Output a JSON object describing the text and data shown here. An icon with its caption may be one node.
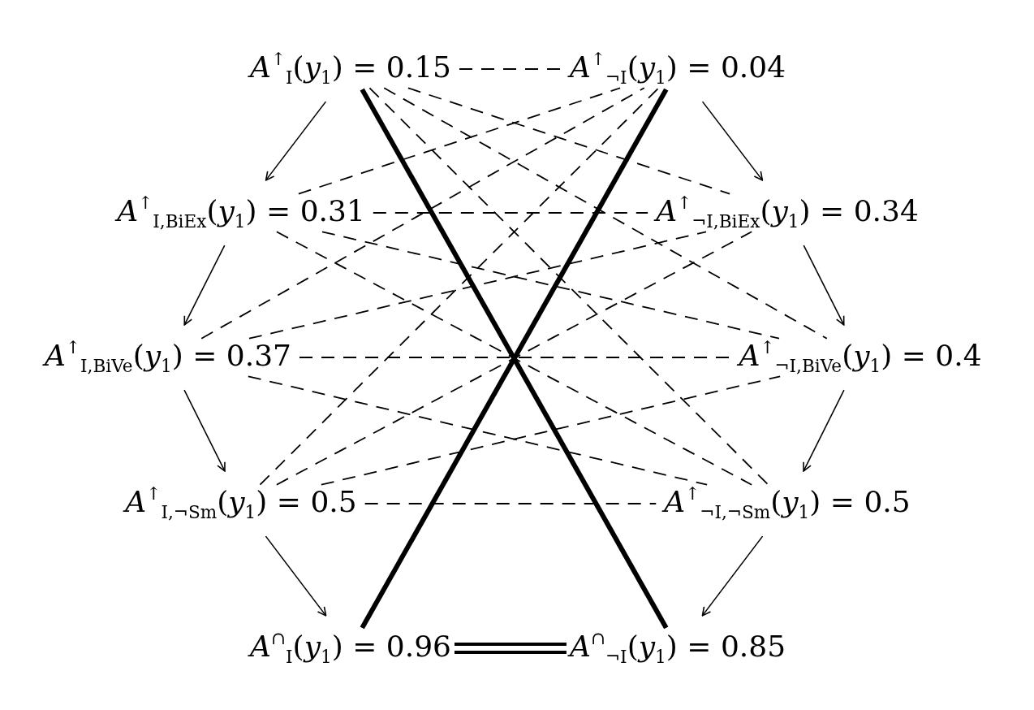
{
  "diagram": {
    "nodes": [
      {
        "text": [
          "*A*$^{↑}$$_{I}$(*y*$_{1}$) = 0.15"
        ]
      },
      {
        "text": [
          "*A*$^{↑}$$_{¬I}$(*y*$_{1}$) = 0.04"
        ]
      },
      {
        "text": [
          "*A*$^{↑}$$_{I,BiEx}$(*y*$_{1}$) = 0.31"
        ]
      },
      {
        "text": [
          "*A*$^{↑}$$_{¬I,BiEx}$(*y*$_{1}$) = 0.34"
        ]
      },
      {
        "text": [
          "*A*$^{↑}$$_{I,BiVe}$(*y*$_{1}$) = 0.37"
        ]
      },
      {
        "text": [
          "*A*$^{↑}$$_{¬I,BiVe}$(*y*$_{1}$) = 0.4"
        ]
      },
      {
        "text": [
          "*A*$^{↑}$$_{I,¬Sm}$(*y*$_{1}$) = 0.5"
        ]
      },
      {
        "text": [
          "*A*$^{↑}$$_{¬I,¬Sm}$(*y*$_{1}$) = 0.5"
        ]
      },
      {
        "text": [
          "*A*$^{∩}$$_{I}$(*y*$_{1}$) = 0.96"
        ]
      },
      {
        "text": [
          "*A*$^{∩}$$_{¬I}$(*y*$_{1}$) = 0.85"
        ]
      }
    ],
    "edges": [
      {
        "from": 0,
        "to": 2,
        "arrow": "to"
      },
      {
        "from": 2,
        "to": 4,
        "arrow": "to"
      },
      {
        "from": 4,
        "to": 6,
        "arrow": "to"
      },
      {
        "from": 6,
        "to": 8,
        "arrow": "to"
      },
      {
        "from": 1,
        "to": 3,
        "arrow": "to"
      },
      {
        "from": 3,
        "to": 5,
        "arrow": "to"
      },
      {
        "from": 5,
        "to": 7,
        "arrow": "to"
      },
      {
        "from": 7,
        "to": 9,
        "arrow": "to"
      },
      {
        "from": 0,
        "to": 1,
        "arrow": "none",
        "style": "dashed"
      },
      {
        "from": 2,
        "to": 3,
        "arrow": "none",
        "style": "dashed"
      },
      {
        "from": 4,
        "to": 5,
        "arrow": "none",
        "style": "dashed"
      },
      {
        "from": 6,
        "to": 7,
        "arrow": "none",
        "style": "dashed"
      },
      {
        "from": 0,
        "to": 3,
        "arrow": "none",
        "style": "dashed"
      },
      {
        "from": 0,
        "to": 5,
        "arrow": "none",
        "style": "dashed"
      },
      {
        "from": 0,
        "to": 7,
        "arrow": "none",
        "style": "dashed"
      },
      {
        "from": 2,
        "to": 1,
        "arrow": "none",
        "style": "dashed"
      },
      {
        "from": 2,
        "to": 5,
        "arrow": "none",
        "style": "dashed"
      },
      {
        "from": 2,
        "to": 7,
        "arrow": "none",
        "style": "dashed"
      },
      {
        "from": 4,
        "to": 1,
        "arrow": "none",
        "style": "dashed"
      },
      {
        "from": 4,
        "to": 3,
        "arrow": "none",
        "style": "dashed"
      },
      {
        "from": 4,
        "to": 7,
        "arrow": "none",
        "style": "dashed"
      },
      {
        "from": 6,
        "to": 1,
        "arrow": "none",
        "style": "dashed"
      },
      {
        "from": 6,
        "to": 3,
        "arrow": "none",
        "style": "dashed"
      },
      {
        "from": 6,
        "to": 5,
        "arrow": "none",
        "style": "dashed"
      },
      {
        "from": 0,
        "to": 9,
        "arrow": "none",
        "style": "thick"
      },
      {
        "from": 1,
        "to": 8,
        "arrow": "none",
        "style": "thick"
      },
      {
        "from": 8,
        "to": 9,
        "arrow": "none",
        "style": "thick"
      }
    ]
  }
}
